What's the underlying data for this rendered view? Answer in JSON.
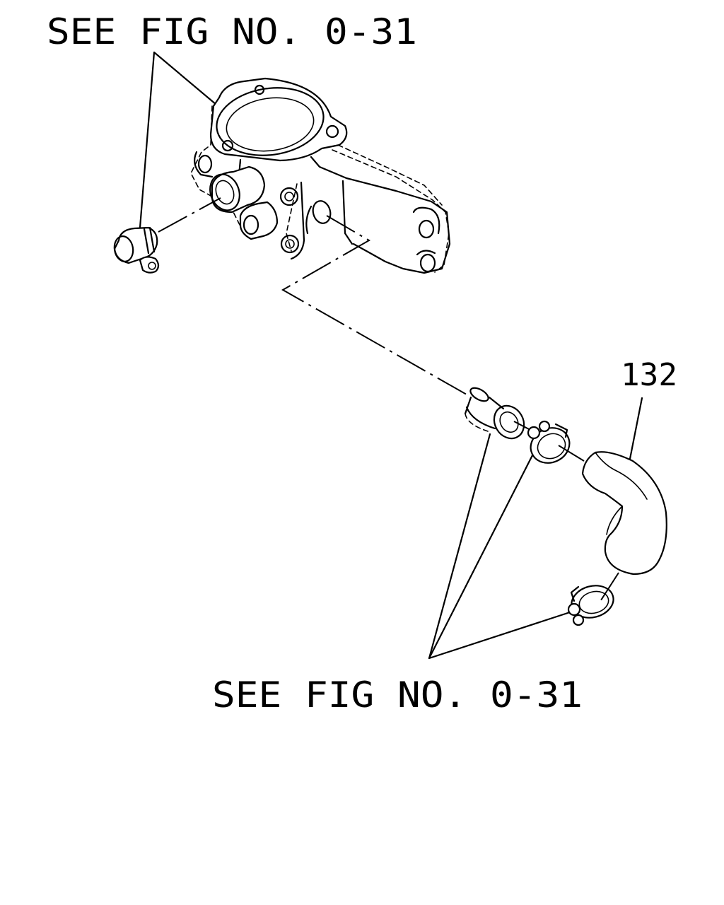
{
  "labels": {
    "ref_top": "SEE FIG NO. 0-31",
    "ref_bottom": "SEE FIG NO. 0-31",
    "part_number": "132"
  },
  "colors": {
    "line": "#000000",
    "background": "#ffffff"
  }
}
